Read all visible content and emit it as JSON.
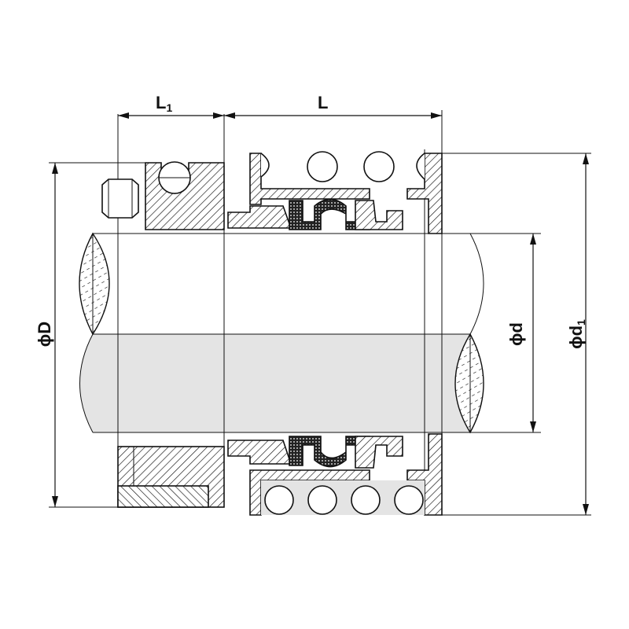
{
  "labels": {
    "L1_main": "L",
    "L1_sub": "1",
    "L": "L",
    "phi_D": "ϕD",
    "phi_d": "ϕd",
    "phi_d1_main": "ϕd",
    "phi_d1_sub": "1"
  },
  "colors": {
    "ink": "#111111",
    "shaft_shade": "#e4e4e4",
    "background": "#ffffff"
  }
}
